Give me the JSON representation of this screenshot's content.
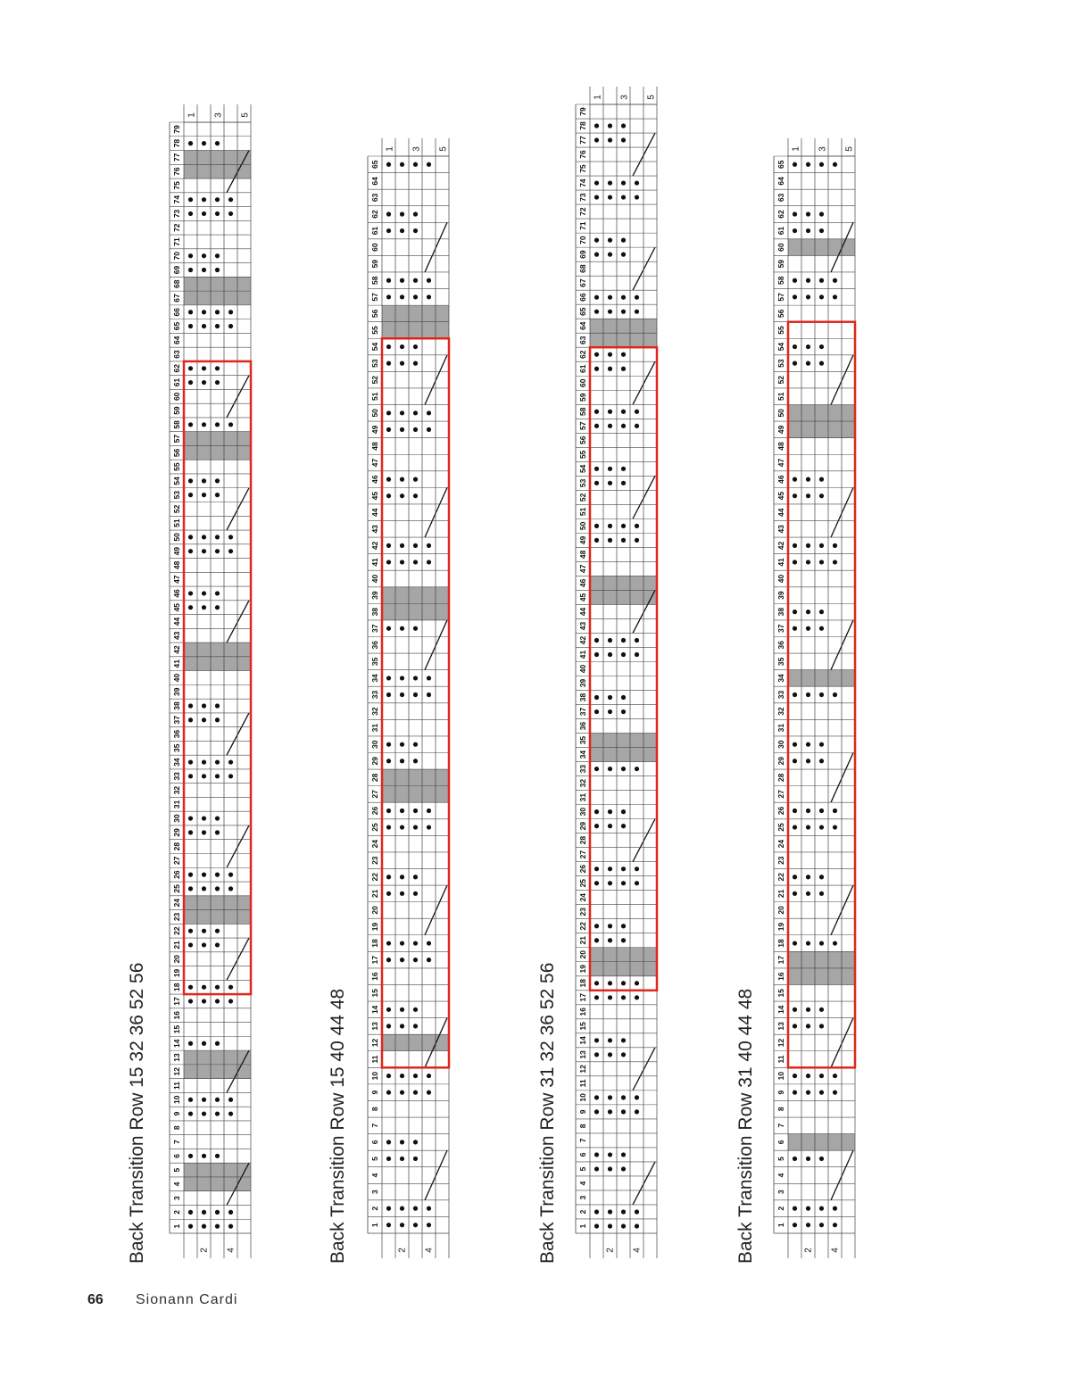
{
  "footer": {
    "page_number": "66",
    "book_title": "Sionann Cardi"
  },
  "colors": {
    "highlight": "#e1261c",
    "no_stitch": "#a6a6a6",
    "grid": "#444444",
    "ink": "#111111"
  },
  "charts": [
    {
      "title": "Back Transition Row 15 32 36 52 56",
      "stitch_count": 79,
      "row_labels_right": [
        "5",
        "3",
        "1"
      ],
      "row_labels_left": [
        "4",
        "2"
      ],
      "highlight_from": 18,
      "highlight_to": 62,
      "no_stitch": [
        4,
        5,
        12,
        13,
        23,
        24,
        41,
        42,
        56,
        57,
        67,
        68,
        76,
        77
      ]
    },
    {
      "title": "Back Transition Row 15 40 44 48",
      "stitch_count": 65,
      "row_labels_right": [
        "5",
        "3",
        "1"
      ],
      "row_labels_left": [
        "4",
        "2"
      ],
      "highlight_from": 11,
      "highlight_to": 54,
      "no_stitch": [
        12,
        27,
        28,
        38,
        39,
        55,
        56
      ]
    },
    {
      "title": "Back Transition Row 31 32 36 52 56",
      "stitch_count": 79,
      "row_labels_right": [
        "5",
        "3",
        "1"
      ],
      "row_labels_left": [
        "4",
        "2"
      ],
      "highlight_from": 18,
      "highlight_to": 62,
      "no_stitch": [
        19,
        20,
        34,
        35,
        45,
        46,
        63,
        64
      ]
    },
    {
      "title": "Back Transition Row 31 40 44 48",
      "stitch_count": 65,
      "row_labels_right": [
        "5",
        "3",
        "1"
      ],
      "row_labels_left": [
        "4",
        "2"
      ],
      "highlight_from": 11,
      "highlight_to": 55,
      "no_stitch": [
        6,
        16,
        17,
        34,
        49,
        50,
        60
      ]
    }
  ]
}
